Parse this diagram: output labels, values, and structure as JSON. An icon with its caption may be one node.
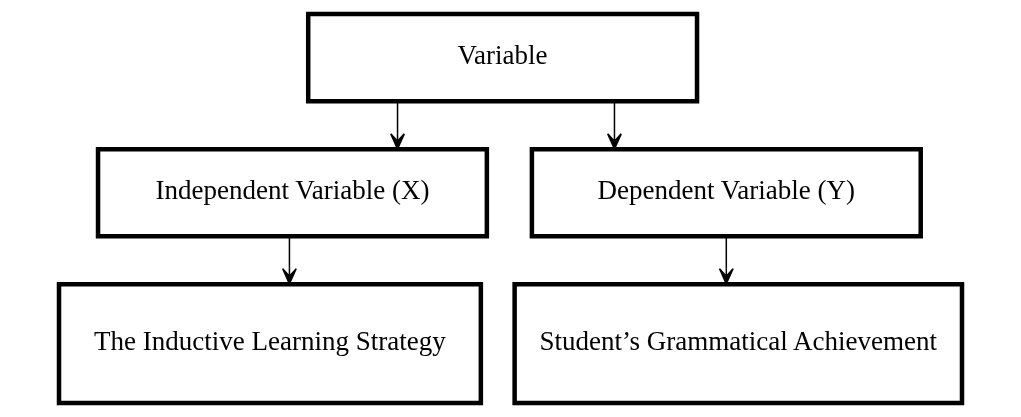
{
  "diagram": {
    "nodes": [
      {
        "text": [
          "Variable"
        ]
      },
      {
        "text": [
          "Independent Variable (X)"
        ]
      },
      {
        "text": [
          "Dependent Variable (Y)"
        ]
      },
      {
        "text": [
          "The Inductive Learning Strategy"
        ]
      },
      {
        "text": [
          "Student’s Grammatical Achievement"
        ]
      }
    ],
    "edges": [
      {
        "from": 0,
        "to": 1,
        "arrow": "to"
      },
      {
        "from": 0,
        "to": 2,
        "arrow": "to"
      },
      {
        "from": 1,
        "to": 3,
        "arrow": "to"
      },
      {
        "from": 2,
        "to": 4,
        "arrow": "to"
      }
    ]
  }
}
